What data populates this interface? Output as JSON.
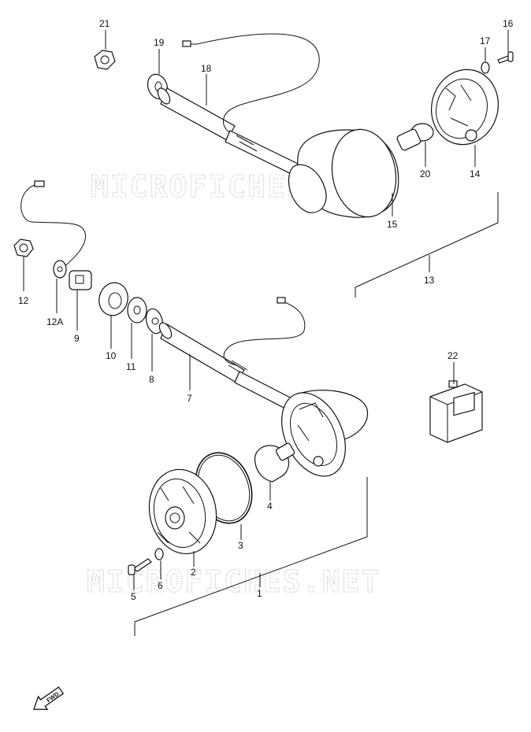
{
  "watermark": "MICROFICHES.NET",
  "fwd_label": "FWD",
  "callouts": {
    "c1": "1",
    "c2": "2",
    "c3": "3",
    "c4": "4",
    "c5": "5",
    "c6": "6",
    "c7": "7",
    "c8": "8",
    "c9": "9",
    "c10": "10",
    "c11": "11",
    "c12": "12",
    "c12a": "12A",
    "c13": "13",
    "c14": "14",
    "c15": "15",
    "c16": "16",
    "c17": "17",
    "c18": "18",
    "c19": "19",
    "c20": "20",
    "c21": "21",
    "c22": "22"
  }
}
